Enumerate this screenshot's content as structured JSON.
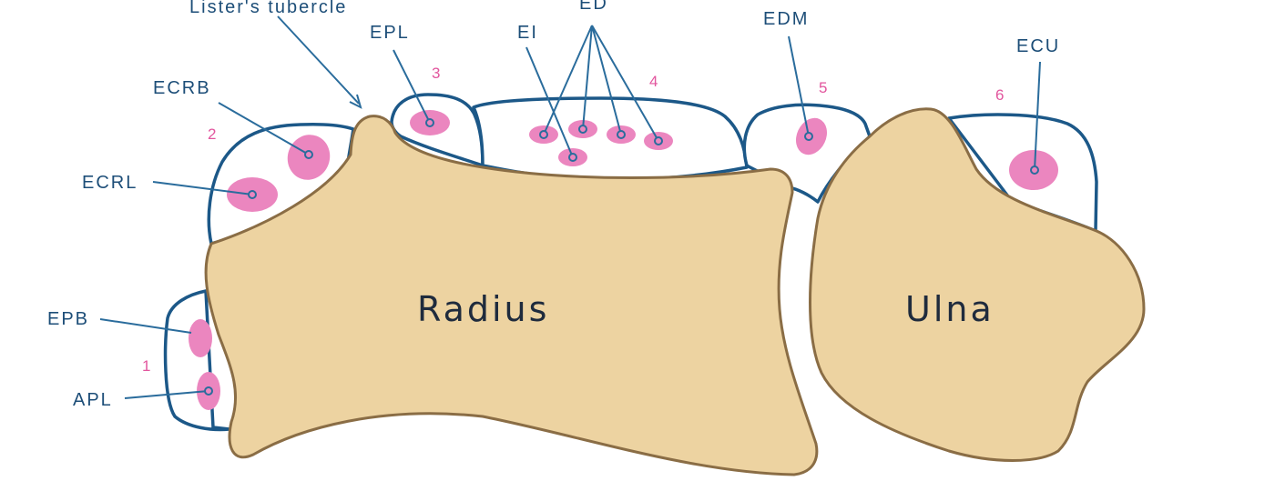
{
  "bones": {
    "radius": "Radius",
    "ulna": "Ulna"
  },
  "tendons": {
    "listers": "Lister's tubercle",
    "epl": "EPL",
    "ei": "EI",
    "ed": "ED",
    "edm": "EDM",
    "ecu": "ECU",
    "ecrb": "ECRB",
    "ecrl": "ECRL",
    "epb": "EPB",
    "apl": "APL"
  },
  "compartments": [
    "1",
    "2",
    "3",
    "4",
    "5",
    "6"
  ],
  "colors": {
    "bone": "#EDD3A1",
    "sheath": "#1C5888",
    "tendon": "#EB86BF",
    "label": "#1D4E78",
    "number": "#E2569E"
  }
}
